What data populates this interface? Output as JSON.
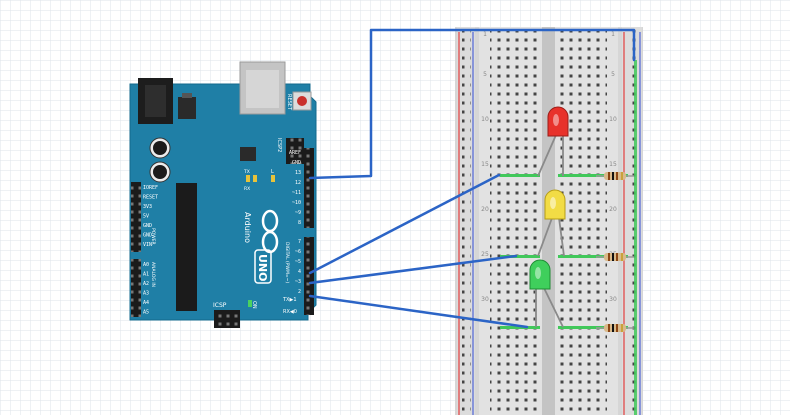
{
  "colors": {
    "board": "#1f7fa6",
    "board_edge": "#136a8c",
    "wire": "#2b64c6",
    "breadboard": "#d9d9d9",
    "rail_red": "#e24b4b",
    "rail_blue": "#5a6fd8",
    "grid": "#dde3ea"
  },
  "arduino": {
    "model_text": "UNO",
    "brand_text": "Arduino",
    "reset_label": "RESET",
    "icsp2_label": "ICSP2",
    "icsp_label": "ICSP",
    "on_label": "ON",
    "l_label": "L",
    "tx_label": "TX",
    "rx_label": "RX",
    "digital_label": "DIGITAL (PWM=~)",
    "analog_label": "ANALOG IN",
    "power_label": "POWER",
    "txd_label": "TX▶1",
    "rxd_label": "RX◀0",
    "top_pins": [
      "AREF",
      "GND",
      "13",
      "12",
      "~11",
      "~10",
      "~9",
      "8"
    ],
    "bottom_pins": [
      "7",
      "~6",
      "~5",
      "4",
      "~3",
      "2"
    ],
    "power_pins": [
      "IOREF",
      "RESET",
      "3V3",
      "5V",
      "GND",
      "GND",
      "VIN"
    ],
    "analog_pins": [
      "A0",
      "A1",
      "A2",
      "A3",
      "A4",
      "A5"
    ]
  },
  "breadboard": {
    "row_numbers": [
      "1",
      "5",
      "10",
      "15",
      "20",
      "25",
      "30"
    ]
  },
  "leds": [
    {
      "color": "red",
      "fill": "#e8322b"
    },
    {
      "color": "yellow",
      "fill": "#f2dc45"
    },
    {
      "color": "green",
      "fill": "#3fcf5c"
    }
  ]
}
